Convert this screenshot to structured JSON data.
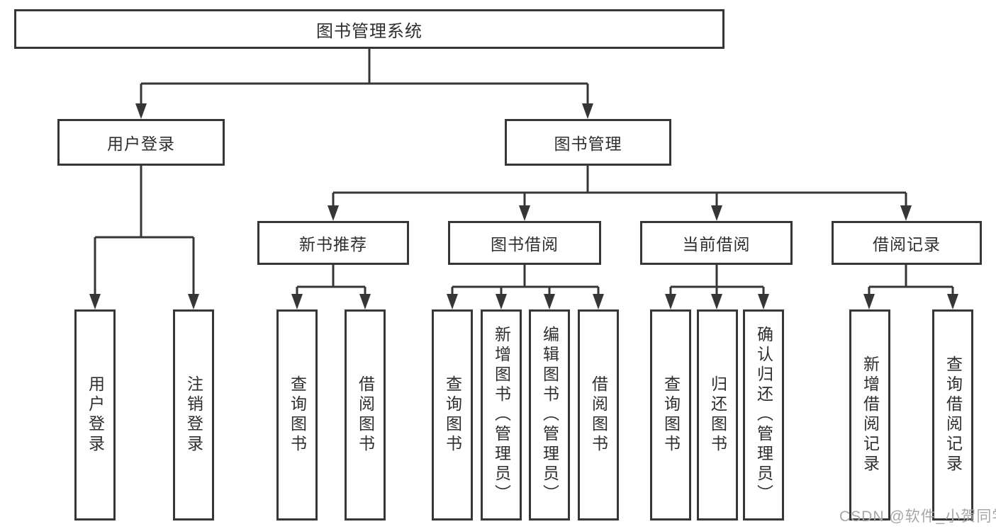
{
  "diagram": {
    "root": "图书管理系统",
    "level2": {
      "user_login": "用户登录",
      "book_mgmt": "图书管理"
    },
    "user_login_leaves": [
      "用户登录",
      "注销登录"
    ],
    "groups": [
      {
        "label": "新书推荐",
        "leaves": [
          "查询图书",
          "借阅图书"
        ]
      },
      {
        "label": "图书借阅",
        "leaves": [
          "查询图书",
          "新增图书（管理员）",
          "编辑图书（管理员）",
          "借阅图书"
        ]
      },
      {
        "label": "当前借阅",
        "leaves": [
          "查询图书",
          "归还图书",
          "确认归还（管理员）"
        ]
      },
      {
        "label": "借阅记录",
        "leaves": [
          "新增借阅记录",
          "查询借阅记录"
        ]
      }
    ]
  },
  "watermark": "CSDN @软件_小贺同学",
  "colors": {
    "line": "#363636",
    "text": "#2e2e2e",
    "watermark_text": "#a6a6a6",
    "background": "#ffffff"
  }
}
